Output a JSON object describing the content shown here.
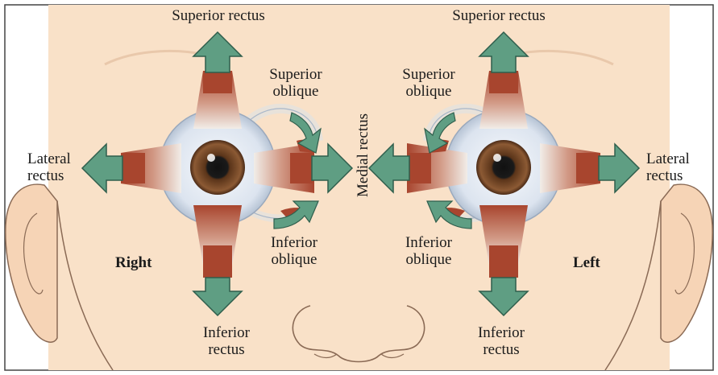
{
  "figure": {
    "labels": {
      "right_superior_rectus": "Superior rectus",
      "left_superior_rectus": "Superior rectus",
      "right_superior_oblique": "Superior\noblique",
      "left_superior_oblique": "Superior\noblique",
      "right_lateral_rectus": "Lateral\nrectus",
      "left_lateral_rectus": "Lateral\nrectus",
      "medial_rectus": "Medial rectus",
      "right_inferior_oblique": "Inferior\noblique",
      "left_inferior_oblique": "Inferior\noblique",
      "right_inferior_rectus": "Inferior\nrectus",
      "left_inferior_rectus": "Inferior\nrectus",
      "side_right": "Right",
      "side_left": "Left"
    },
    "colors": {
      "skin": "#f9e1c8",
      "skin_outline": "#8a6a55",
      "sclera": "#dde6f2",
      "iris": "#7a4a2a",
      "muscle": "#a8452e",
      "tendon": "#ece8e2",
      "arrow": "#5f9e83",
      "arrow_outline": "#2f5e4c"
    }
  }
}
